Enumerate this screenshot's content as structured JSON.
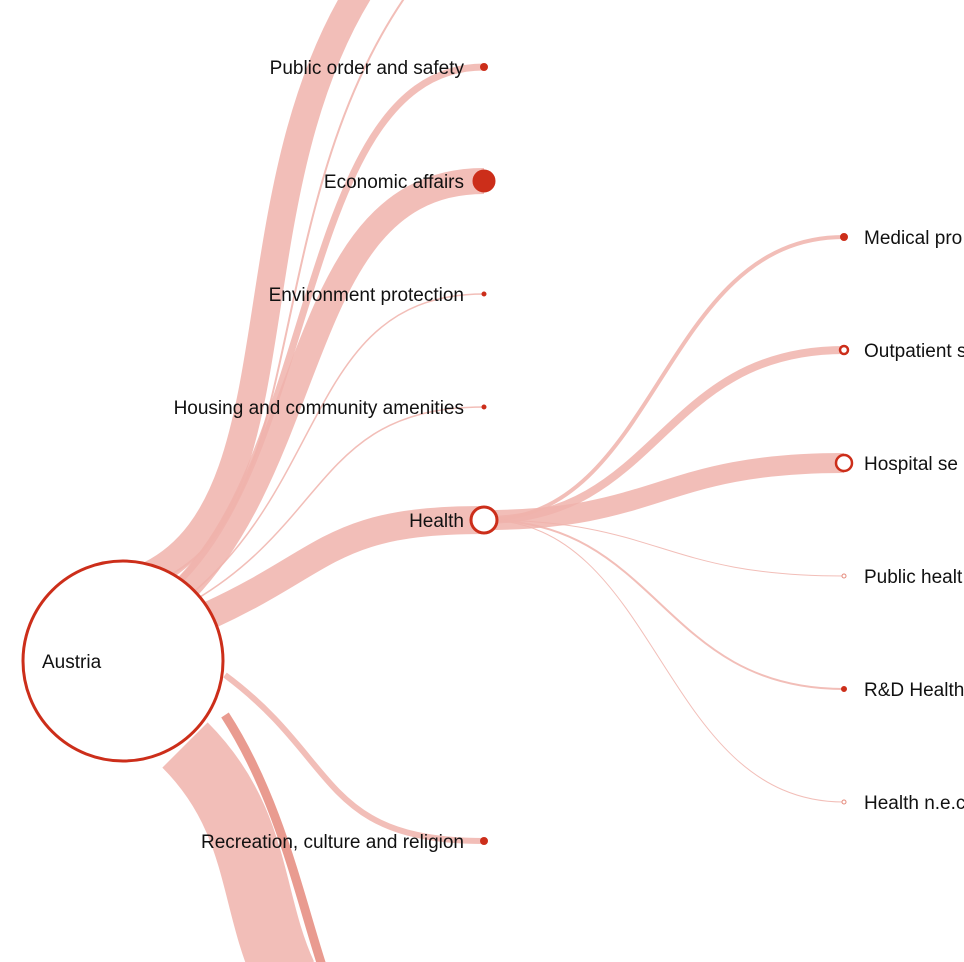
{
  "root": {
    "label": "Austria",
    "stroke": "#cc2e1a",
    "fill": "#ffffff"
  },
  "colors": {
    "link": "#f0b3ab",
    "link_dark": "#e58a7c",
    "node_stroke": "#cc2e1a",
    "node_filled": "#cc2e1a",
    "node_open": "#ffffff"
  },
  "level1": [
    {
      "id": "public-order-and-safety",
      "label": "Public order and safety",
      "state": "collapsed"
    },
    {
      "id": "economic-affairs",
      "label": "Economic affairs",
      "state": "collapsed"
    },
    {
      "id": "environment-protection",
      "label": "Environment protection",
      "state": "collapsed"
    },
    {
      "id": "housing-and-community-amenities",
      "label": "Housing and community amenities",
      "state": "collapsed"
    },
    {
      "id": "health",
      "label": "Health",
      "state": "expanded"
    },
    {
      "id": "recreation-culture-and-religion",
      "label": "Recreation, culture and religion",
      "state": "collapsed"
    }
  ],
  "level2": [
    {
      "id": "medical-products",
      "label": "Medical pro",
      "state": "collapsed"
    },
    {
      "id": "outpatient-services",
      "label": "Outpatient s",
      "state": "partial"
    },
    {
      "id": "hospital-services",
      "label": "Hospital se",
      "state": "partial"
    },
    {
      "id": "public-health",
      "label": "Public healt",
      "state": "collapsed"
    },
    {
      "id": "rd-health",
      "label": "R&D Health",
      "state": "collapsed"
    },
    {
      "id": "health-nec",
      "label": "Health n.e.c",
      "state": "collapsed"
    }
  ]
}
